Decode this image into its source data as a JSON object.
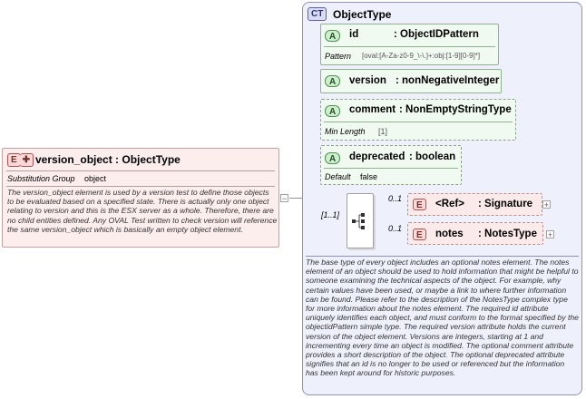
{
  "element": {
    "badge": "E",
    "title": "version_object : ObjectType",
    "substitution_key": "Substitution Group",
    "substitution_value": "object",
    "doc": "The version_object element is used by a version test to define those objects to be evaluated based on a specified state. There is actually only one object relating to version and this is the ESX server as a whole. Therefore, there are no child entities defined. Any OVAL Test written to check version will reference the same version_object which is basically an empty object element."
  },
  "complex_type": {
    "badge": "CT",
    "title": "ObjectType",
    "attributes": [
      {
        "badge": "A",
        "name": "id",
        "type": ": ObjectIDPattern",
        "prop_key": "Pattern",
        "prop_value": "[oval:[A-Za-z0-9_\\-\\.]+:obj:[1-9][0-9]*]"
      },
      {
        "badge": "A",
        "name": "version",
        "type": ": nonNegativeInteger"
      },
      {
        "badge": "A",
        "name": "comment",
        "type": ": NonEmptyStringType",
        "prop_key": "Min Length",
        "prop_value": "[1]"
      },
      {
        "badge": "A",
        "name": "deprecated",
        "type": ": boolean",
        "prop_key": "Default",
        "prop_value": "false"
      }
    ],
    "sequence_occurrence": "[1..1]",
    "children": [
      {
        "badge": "E",
        "name": "<Ref>",
        "type": ": Signature",
        "occurrence": "0..1"
      },
      {
        "badge": "E",
        "name": "notes",
        "type": ": NotesType",
        "occurrence": "0..1"
      }
    ],
    "doc": "The base type of every object includes an optional notes element. The notes element of an object should be used to hold information that might be helpful to someone examining the technical aspects of the object. For example, why certain values have been used, or maybe a link to where further information can be found. Please refer to the description of the NotesType complex type for more information about the notes element. The required id attribute uniquely identifies each object, and must conform to the format specified by the objectidPattern simple type. The required version attribute holds the current version of the object element. Versions are integers, starting at 1 and incrementing every time an object is modified. The optional comment attribute provides a short description of the object. The optional deprecated attribute signifies that an id is no longer to be used or referenced but the information has been kept around for historic purposes."
  },
  "colors": {
    "element_fill": "#fdeeee",
    "type_fill": "#eef0fc",
    "attribute_fill": "#f0faf0"
  }
}
